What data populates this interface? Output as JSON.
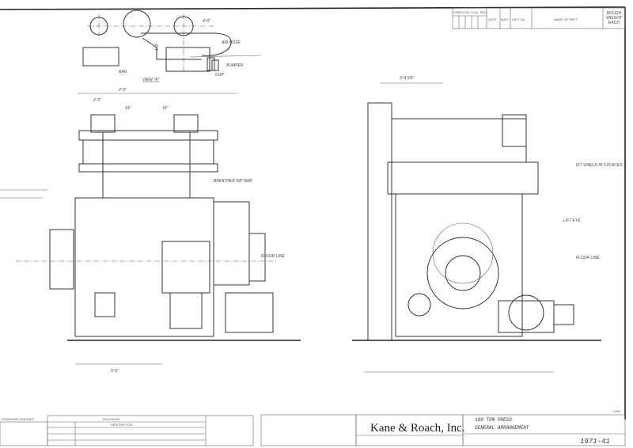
{
  "view_a": {
    "title": "VIEW \"A\"",
    "labels": {
      "air_hose": "AIR HOSE",
      "bumper": "BUMPER",
      "rail": "RAIL",
      "cup": "CUP",
      "dim_top": "4'-0\"",
      "dim_height": "1'-2\""
    }
  },
  "side_view": {
    "dims": [
      "4'-5\"",
      "2'-5\"",
      "18\"",
      "18\"",
      "5'-6\""
    ],
    "labels": [
      "BREATHER 5/8\" BAR",
      "FLOOR LINE"
    ]
  },
  "front_view": {
    "dims": [
      "3'-4 5/8\""
    ],
    "labels": [
      "FIT SHIELD IN 3 PLACES",
      "FLOOR LINE",
      "LIFT EYE"
    ]
  },
  "parts_list_header": {
    "check": "CHECK No. & No. REQ.",
    "date": "DATE",
    "matl": "MATL",
    "patt": "PATT. No.",
    "name": "NAME OF PART",
    "weight": "ROUGH WEIGHT EACH"
  },
  "title_block": {
    "standard_finishes": "STANDARD FINISHES",
    "revisions": "REVISIONS",
    "description": "DESCRIPTION",
    "company": "Kane & Roach, Inc.",
    "part_title": "100 TON PRESS",
    "subtitle": "GENERAL ARRANGEMENT",
    "drawing_number": "1971-41",
    "sheet_code": "N332"
  }
}
